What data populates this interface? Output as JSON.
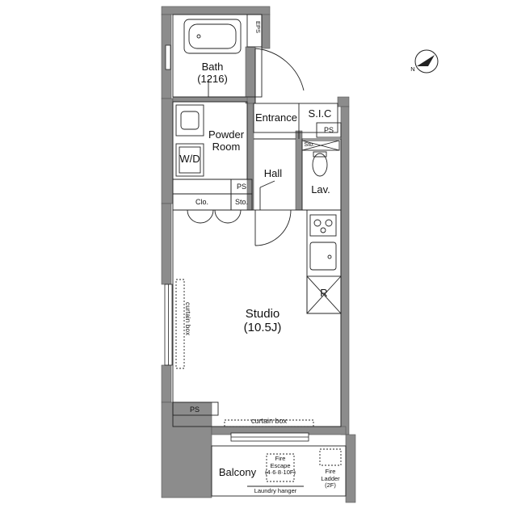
{
  "rooms": {
    "eps": "EPS",
    "bath": "Bath\n(1216)",
    "entrance": "Entrance",
    "sic": "S.I.C",
    "ps_entrance": "PS",
    "powder_room": "Powder\nRoom",
    "wd": "W/D",
    "sto_top": "Sto.",
    "hall": "Hall",
    "lav": "Lav.",
    "ps_hall": "PS",
    "clo": "Clo.",
    "sto_hall": "Sto.",
    "fridge": "R",
    "studio": "Studio\n(10.5J)",
    "curtain_box_side": "curtain box",
    "curtain_box_bottom": "curtain box",
    "ps_studio": "PS",
    "balcony": "Balcony",
    "fire_escape": "Fire\nEscape\n(4·6·8·10F)",
    "fire_ladder": "Fire\nLadder\n(2F)",
    "laundry_hanger": "Laundry hanger"
  },
  "compass": {
    "label": "N"
  },
  "colors": {
    "wall": "#8c8c8c",
    "line": "#222222",
    "background": "#ffffff"
  }
}
